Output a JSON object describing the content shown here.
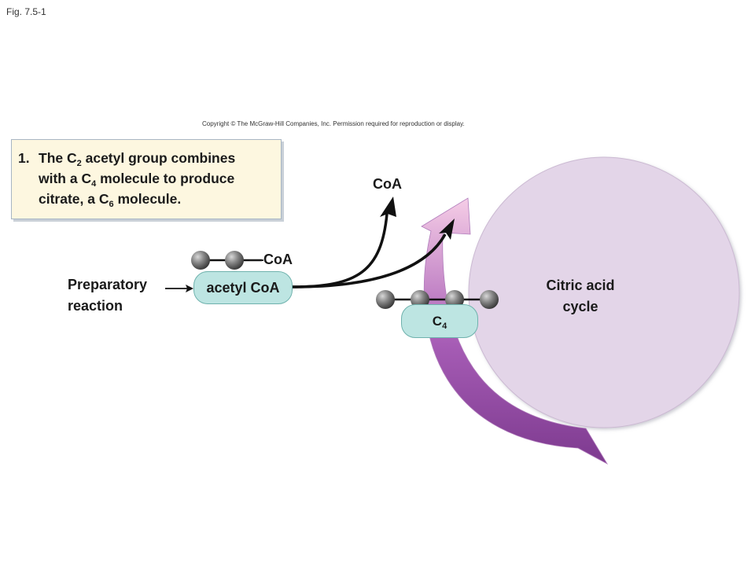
{
  "figure_label": "Fig. 7.5-1",
  "copyright": "Copyright © The McGraw-Hill Companies, Inc. Permission required for reproduction or display.",
  "callout": {
    "number": "1.",
    "line1": {
      "a": "The C",
      "sub": "2",
      "b": " acetyl group combines"
    },
    "line2": {
      "a": "with a C",
      "sub": "4",
      "b": " molecule to produce"
    },
    "line3": {
      "a": "citrate, a C",
      "sub": "6",
      "b": " molecule."
    }
  },
  "labels": {
    "coa_top": "CoA",
    "coa_bond": "—CoA",
    "acetyl_coa": "acetyl CoA",
    "preparatory_line1": "Preparatory",
    "preparatory_line2": "reaction",
    "c4_base": "C",
    "c4_sub": "4",
    "citric_line1": "Citric acid",
    "citric_line2": "cycle"
  },
  "colors": {
    "cycle_fill": "#e3d5e8",
    "arrow_dark": "#8b3d96",
    "arrow_light": "#f2c8e4",
    "pill_fill": "#bde5e2",
    "callout_fill": "#fdf7e0"
  }
}
